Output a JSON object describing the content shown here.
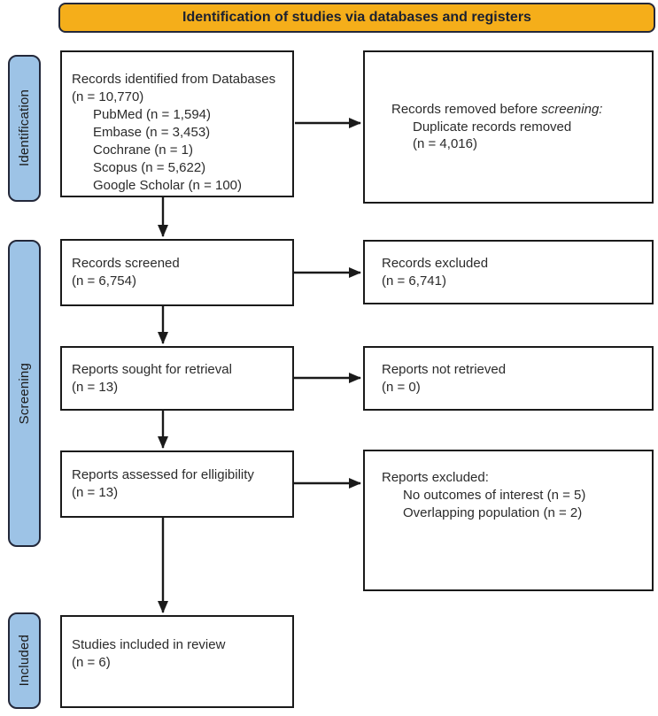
{
  "header": {
    "title": "Identification of studies via databases and registers"
  },
  "sidebar": {
    "identification": "Identification",
    "screening": "Screening",
    "included": "Included"
  },
  "boxes": {
    "records_identified": {
      "lines": [
        "Records identified from Databases",
        "(n = 10,770)",
        "PubMed (n = 1,594)",
        "Embase (n = 3,453)",
        "Cochrane (n = 1)",
        "Scopus (n = 5,622)",
        "Google Scholar (n = 100)"
      ]
    },
    "records_removed": {
      "title_prefix": "Records removed before ",
      "title_italic": "screening:",
      "lines": [
        "Duplicate records removed",
        "(n = 4,016)"
      ]
    },
    "records_screened": {
      "lines": [
        "Records screened",
        "(n = 6,754)"
      ]
    },
    "records_excluded": {
      "lines": [
        "Records excluded",
        "(n = 6,741)"
      ]
    },
    "reports_sought": {
      "lines": [
        "Reports sought for retrieval",
        "(n = 13)"
      ]
    },
    "reports_not_retrieved": {
      "lines": [
        "Reports not retrieved",
        "(n = 0)"
      ]
    },
    "reports_assessed": {
      "lines": [
        "Reports assessed for elligibility",
        "(n = 13)"
      ]
    },
    "reports_excluded": {
      "lines": [
        "Reports excluded:",
        "No outcomes of interest (n = 5)",
        "Overlapping population (n = 2)"
      ]
    },
    "studies_included": {
      "lines": [
        "Studies included in review",
        "(n = 6)"
      ]
    }
  },
  "colors": {
    "header_bg": "#F5AE1A",
    "phase_label_bg": "#9DC3E6",
    "box_border": "#1A1A1A",
    "outline_border": "#23283A",
    "arrow": "#1A1A1A",
    "text": "#2B2B2B"
  }
}
